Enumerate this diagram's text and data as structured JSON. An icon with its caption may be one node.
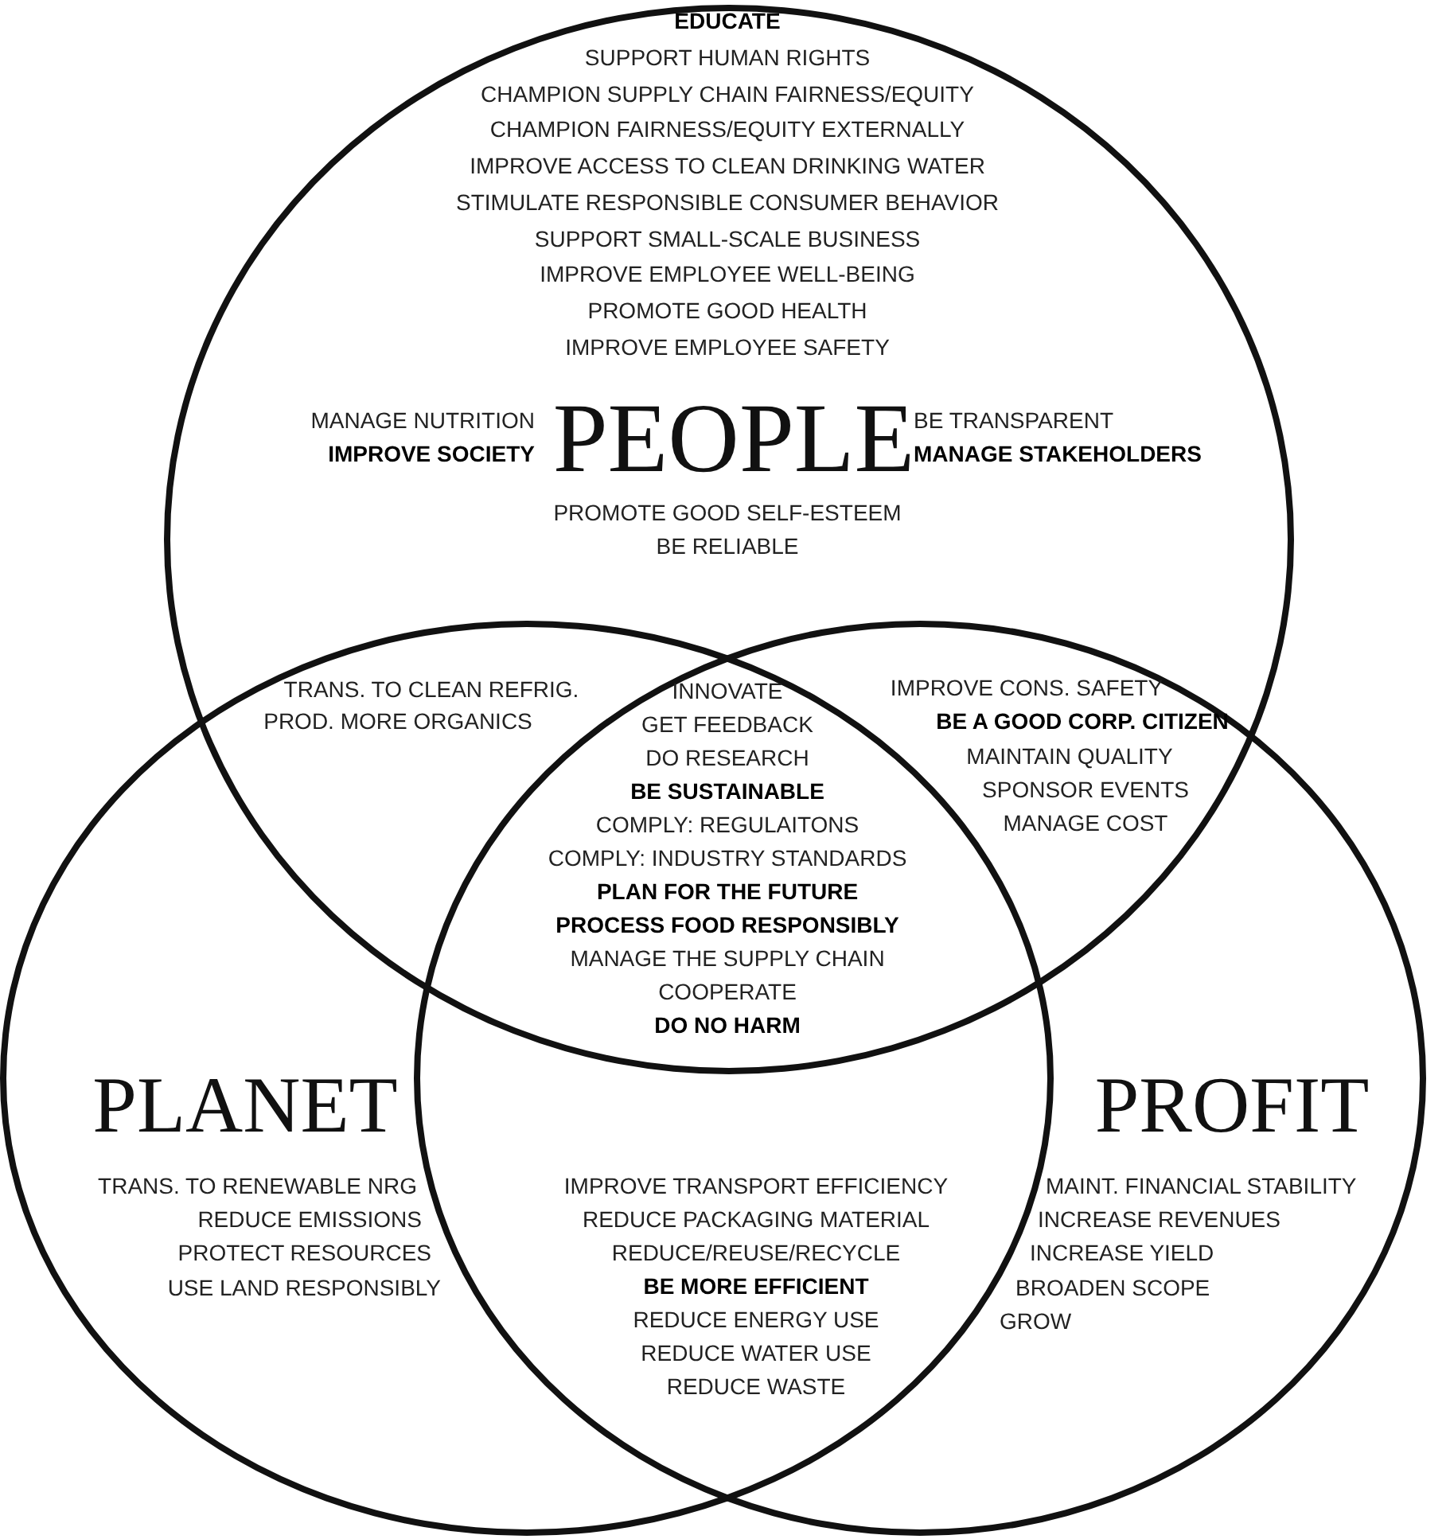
{
  "diagram": {
    "nodes": [
      {
        "text": [
          "PEOPLE"
        ]
      },
      {
        "text": [
          "PLANET"
        ]
      },
      {
        "text": [
          "PROFIT"
        ]
      }
    ],
    "labels": [
      "EDUCATE",
      "SUPPORT HUMAN RIGHTS",
      "CHAMPION SUPPLY CHAIN FAIRNESS/EQUITY",
      "CHAMPION FAIRNESS/EQUITY EXTERNALLY",
      "IMPROVE ACCESS TO CLEAN DRINKING WATER",
      "STIMULATE RESPONSIBLE CONSUMER BEHAVIOR",
      "SUPPORT SMALL-SCALE BUSINESS",
      "IMPROVE EMPLOYEE WELL-BEING",
      "PROMOTE GOOD HEALTH",
      "IMPROVE EMPLOYEE SAFETY",
      "MANAGE NUTRITION",
      "IMPROVE SOCIETY",
      "BE TRANSPARENT",
      "MANAGE STAKEHOLDERS",
      "PROMOTE GOOD SELF-ESTEEM",
      "BE RELIABLE",
      "TRANS. TO CLEAN REFRIG.",
      "PROD. MORE ORGANICS",
      "INNOVATE",
      "GET FEEDBACK",
      "DO RESEARCH",
      "BE SUSTAINABLE",
      "COMPLY: REGULAITONS",
      "COMPLY: INDUSTRY STANDARDS",
      "PLAN FOR THE FUTURE",
      "PROCESS FOOD RESPONSIBLY",
      "MANAGE THE SUPPLY CHAIN",
      "COOPERATE",
      "DO NO HARM",
      "IMPROVE CONS. SAFETY",
      "BE A GOOD CORP. CITIZEN",
      "MAINTAIN QUALITY",
      "SPONSOR EVENTS",
      "MANAGE COST",
      "TRANS. TO RENEWABLE NRG",
      "REDUCE EMISSIONS",
      "PROTECT RESOURCES",
      "USE LAND RESPONSIBLY",
      "IMPROVE TRANSPORT EFFICIENCY",
      "REDUCE PACKAGING MATERIAL",
      "REDUCE/REUSE/RECYCLE",
      "BE MORE EFFICIENT",
      "REDUCE ENERGY USE",
      "REDUCE WATER USE",
      "REDUCE WASTE",
      "MAINT. FINANCIAL STABILITY",
      "INCREASE REVENUES",
      "INCREASE YIELD",
      "BROADEN SCOPE",
      "GROW"
    ]
  }
}
